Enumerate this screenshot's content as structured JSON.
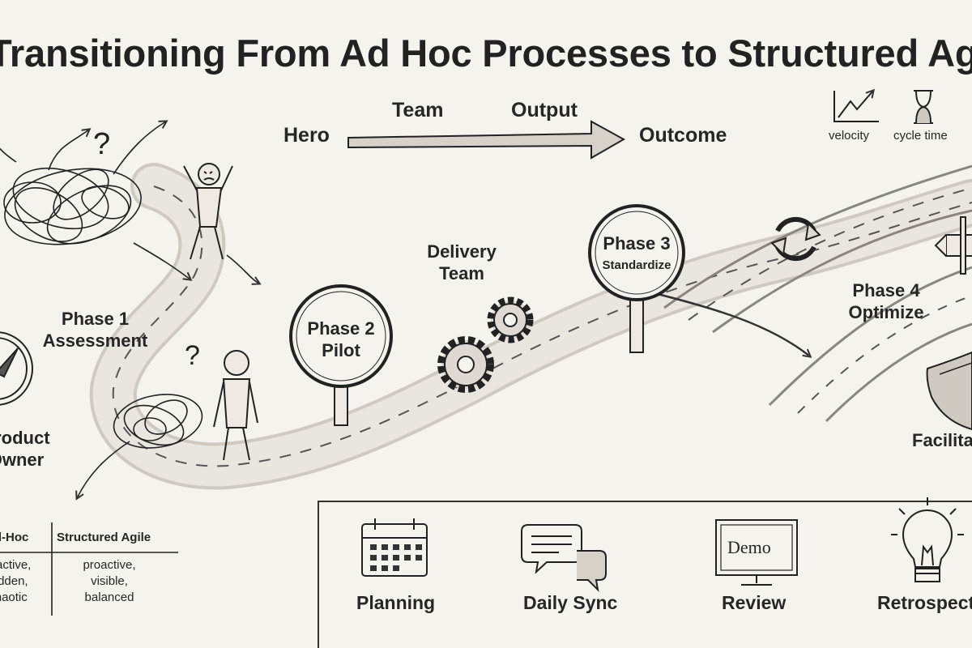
{
  "title": "Transitioning From Ad Hoc Processes to Structured Agile",
  "flow": {
    "hero": "Hero",
    "team": "Team",
    "output": "Output",
    "outcome": "Outcome"
  },
  "metrics": [
    {
      "label": "velocity",
      "icon": "trend-chart-icon"
    },
    {
      "label": "cycle time",
      "icon": "hourglass-icon"
    }
  ],
  "phases": [
    {
      "line1": "Phase 1",
      "line2": "Assessment"
    },
    {
      "line1": "Phase 2",
      "line2": "Pilot"
    },
    {
      "line1": "Phase 3",
      "line2": "Standardize"
    },
    {
      "line1": "Phase 4",
      "line2": "Optimize"
    }
  ],
  "roles": {
    "delivery_team_line1": "Delivery",
    "delivery_team_line2": "Team",
    "product_owner_line1": "Product",
    "product_owner_line2": "Owner",
    "facilitator": "Facilitator"
  },
  "comparison": {
    "left_header": "Ad-Hoc",
    "right_header": "Structured Agile",
    "left_lines": [
      "reactive,",
      "hidden,",
      "chaotic"
    ],
    "right_lines": [
      "proactive,",
      "visible,",
      "balanced"
    ]
  },
  "ceremonies": [
    {
      "label": "Planning",
      "icon": "calendar-icon"
    },
    {
      "label": "Daily Sync",
      "icon": "chat-bubbles-icon"
    },
    {
      "label": "Review",
      "icon": "demo-screen-icon",
      "screen_text": "Demo"
    },
    {
      "label": "Retrospective",
      "icon": "lightbulb-icon"
    }
  ]
}
